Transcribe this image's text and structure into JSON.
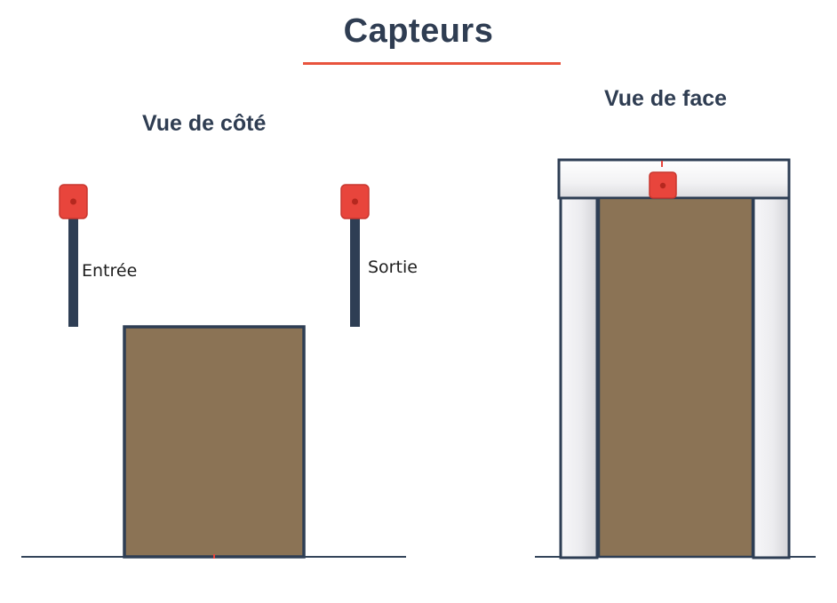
{
  "title": "Capteurs",
  "views": {
    "side": {
      "label": "Vue de côté",
      "sensors": [
        {
          "label": "Entrée"
        },
        {
          "label": "Sortie"
        }
      ]
    },
    "front": {
      "label": "Vue de face"
    }
  },
  "colors": {
    "title": "#2f3d52",
    "accent": "#e8533d",
    "pole": "#2e3e54",
    "sensor": "#e8453c",
    "sensor_border": "#c8372f",
    "package": "#8b7355",
    "outline": "#2e3e54",
    "frame_light": "#f4f4f6",
    "frame_shade": "#d6d6da",
    "ground": "#34455a"
  },
  "icons": {
    "sensor": "sensor-box-icon",
    "pole": "pole-icon",
    "package": "package-icon",
    "gate": "gate-frame-icon"
  }
}
